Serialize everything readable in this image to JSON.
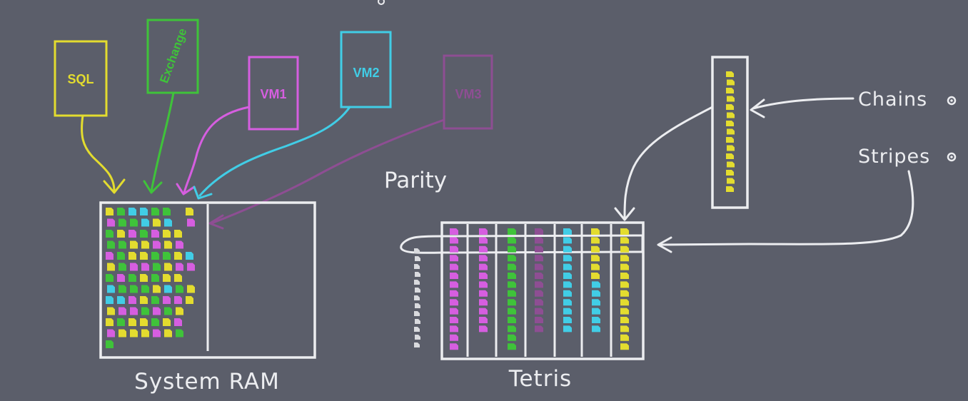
{
  "colors": {
    "background": "#5b5e6a",
    "chalk": "#ecedf0",
    "sql": "#e3dc2f",
    "exchange": "#3fc33a",
    "vm1": "#d65ee0",
    "vm2": "#41cde6",
    "vm3": "#8e4e93"
  },
  "workloads": [
    {
      "key": "sql",
      "label": "SQL"
    },
    {
      "key": "exchange",
      "label": "Exchange"
    },
    {
      "key": "vm1",
      "label": "VM1"
    },
    {
      "key": "vm2",
      "label": "VM2"
    },
    {
      "key": "vm3",
      "label": "VM3"
    }
  ],
  "labels": {
    "system_ram": "System RAM",
    "tetris": "Tetris",
    "parity": "Parity",
    "chains": "Chains",
    "stripes": "Stripes"
  },
  "icons": [
    "chains-bullet-icon",
    "stripes-bullet-icon"
  ]
}
